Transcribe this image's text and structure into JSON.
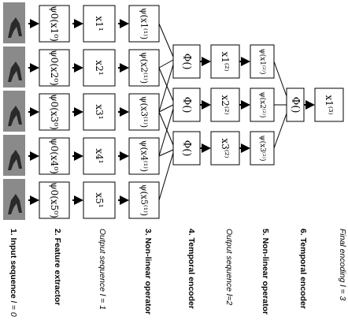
{
  "columns": [
    {
      "id": "c1",
      "label": "1. Input sequence ",
      "label_math": "l = 0",
      "style": "bold"
    },
    {
      "id": "c2",
      "label": "2. Feature extractor",
      "style": "bold"
    },
    {
      "id": "c3",
      "label": "Output sequence ",
      "label_math": "l = 1",
      "style": "italic"
    },
    {
      "id": "c4",
      "label": "3. Non-linear operator",
      "style": "bold"
    },
    {
      "id": "c5",
      "label": "4. Temporal encoder",
      "style": "bold"
    },
    {
      "id": "c6",
      "label": "Output sequence ",
      "label_math": "l=2",
      "style": "italic"
    },
    {
      "id": "c7",
      "label": "5. Non-linear operator",
      "style": "bold"
    },
    {
      "id": "c8",
      "label": "6. Temporal encoder",
      "style": "bold"
    },
    {
      "id": "c9",
      "label": "Final encoding ",
      "label_math": "l = 3",
      "style": "italic"
    }
  ],
  "frames": [
    "frame-1",
    "frame-2",
    "frame-3",
    "frame-4",
    "frame-5"
  ],
  "level1": {
    "psi0": [
      "ψ0(x1⁰)",
      "ψ0(x2⁰)",
      "ψ0(x3⁰)",
      "ψ0(x4⁰)",
      "ψ0(x5⁰)"
    ],
    "x1": [
      "x1¹",
      "x2¹",
      "x3¹",
      "x4¹",
      "x5¹"
    ],
    "psi1": [
      "ψ(x1⁽¹⁾)",
      "ψ(x2⁽¹⁾)",
      "ψ(x3⁽¹⁾)",
      "ψ(x4⁽¹⁾)",
      "ψ(x5⁽¹⁾)"
    ]
  },
  "level2": {
    "phi": [
      "Φ()",
      "Φ()",
      "Φ()"
    ],
    "x2": [
      "x1⁽²⁾",
      "x2⁽²⁾",
      "x3⁽²⁾"
    ],
    "psi2": [
      "ψ(x1⁽²⁾)",
      "ψ(x2⁽²⁾)",
      "ψ(x3⁽²⁾)"
    ]
  },
  "level3": {
    "phi": "Φ()",
    "x3": "x1⁽³⁾"
  }
}
